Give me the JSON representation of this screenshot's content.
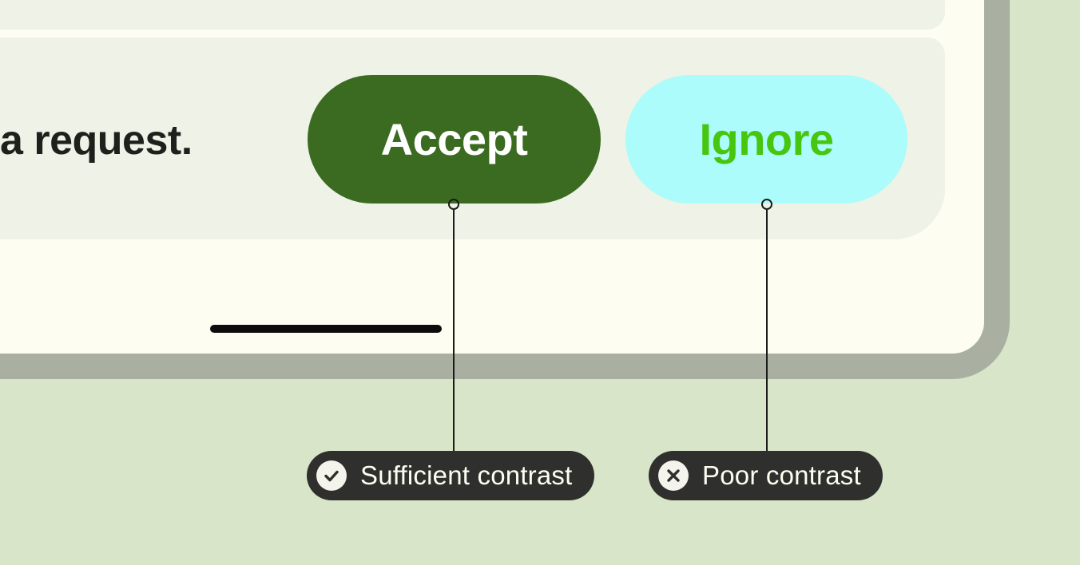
{
  "illustration": {
    "background_color": "#d8e5c9",
    "device": {
      "screen_color": "#fdfdf2",
      "bezel_color": "#a9b0a1",
      "panel_color": "#eef2e7"
    },
    "notification_card": {
      "message_fragment": "a request.",
      "actions": [
        {
          "label": "Accept",
          "background": "#3a6b20",
          "text_color": "#ffffff",
          "contrast": "sufficient"
        },
        {
          "label": "Ignore",
          "background": "#abfcfa",
          "text_color": "#46c60f",
          "contrast": "poor"
        }
      ]
    },
    "callouts": [
      {
        "label": "Sufficient contrast",
        "icon": "check-circle-icon",
        "background": "#2f2f2d",
        "text_color": "#fdfdf2"
      },
      {
        "label": "Poor contrast",
        "icon": "x-circle-icon",
        "background": "#2f2f2d",
        "text_color": "#fdfdf2"
      }
    ]
  }
}
